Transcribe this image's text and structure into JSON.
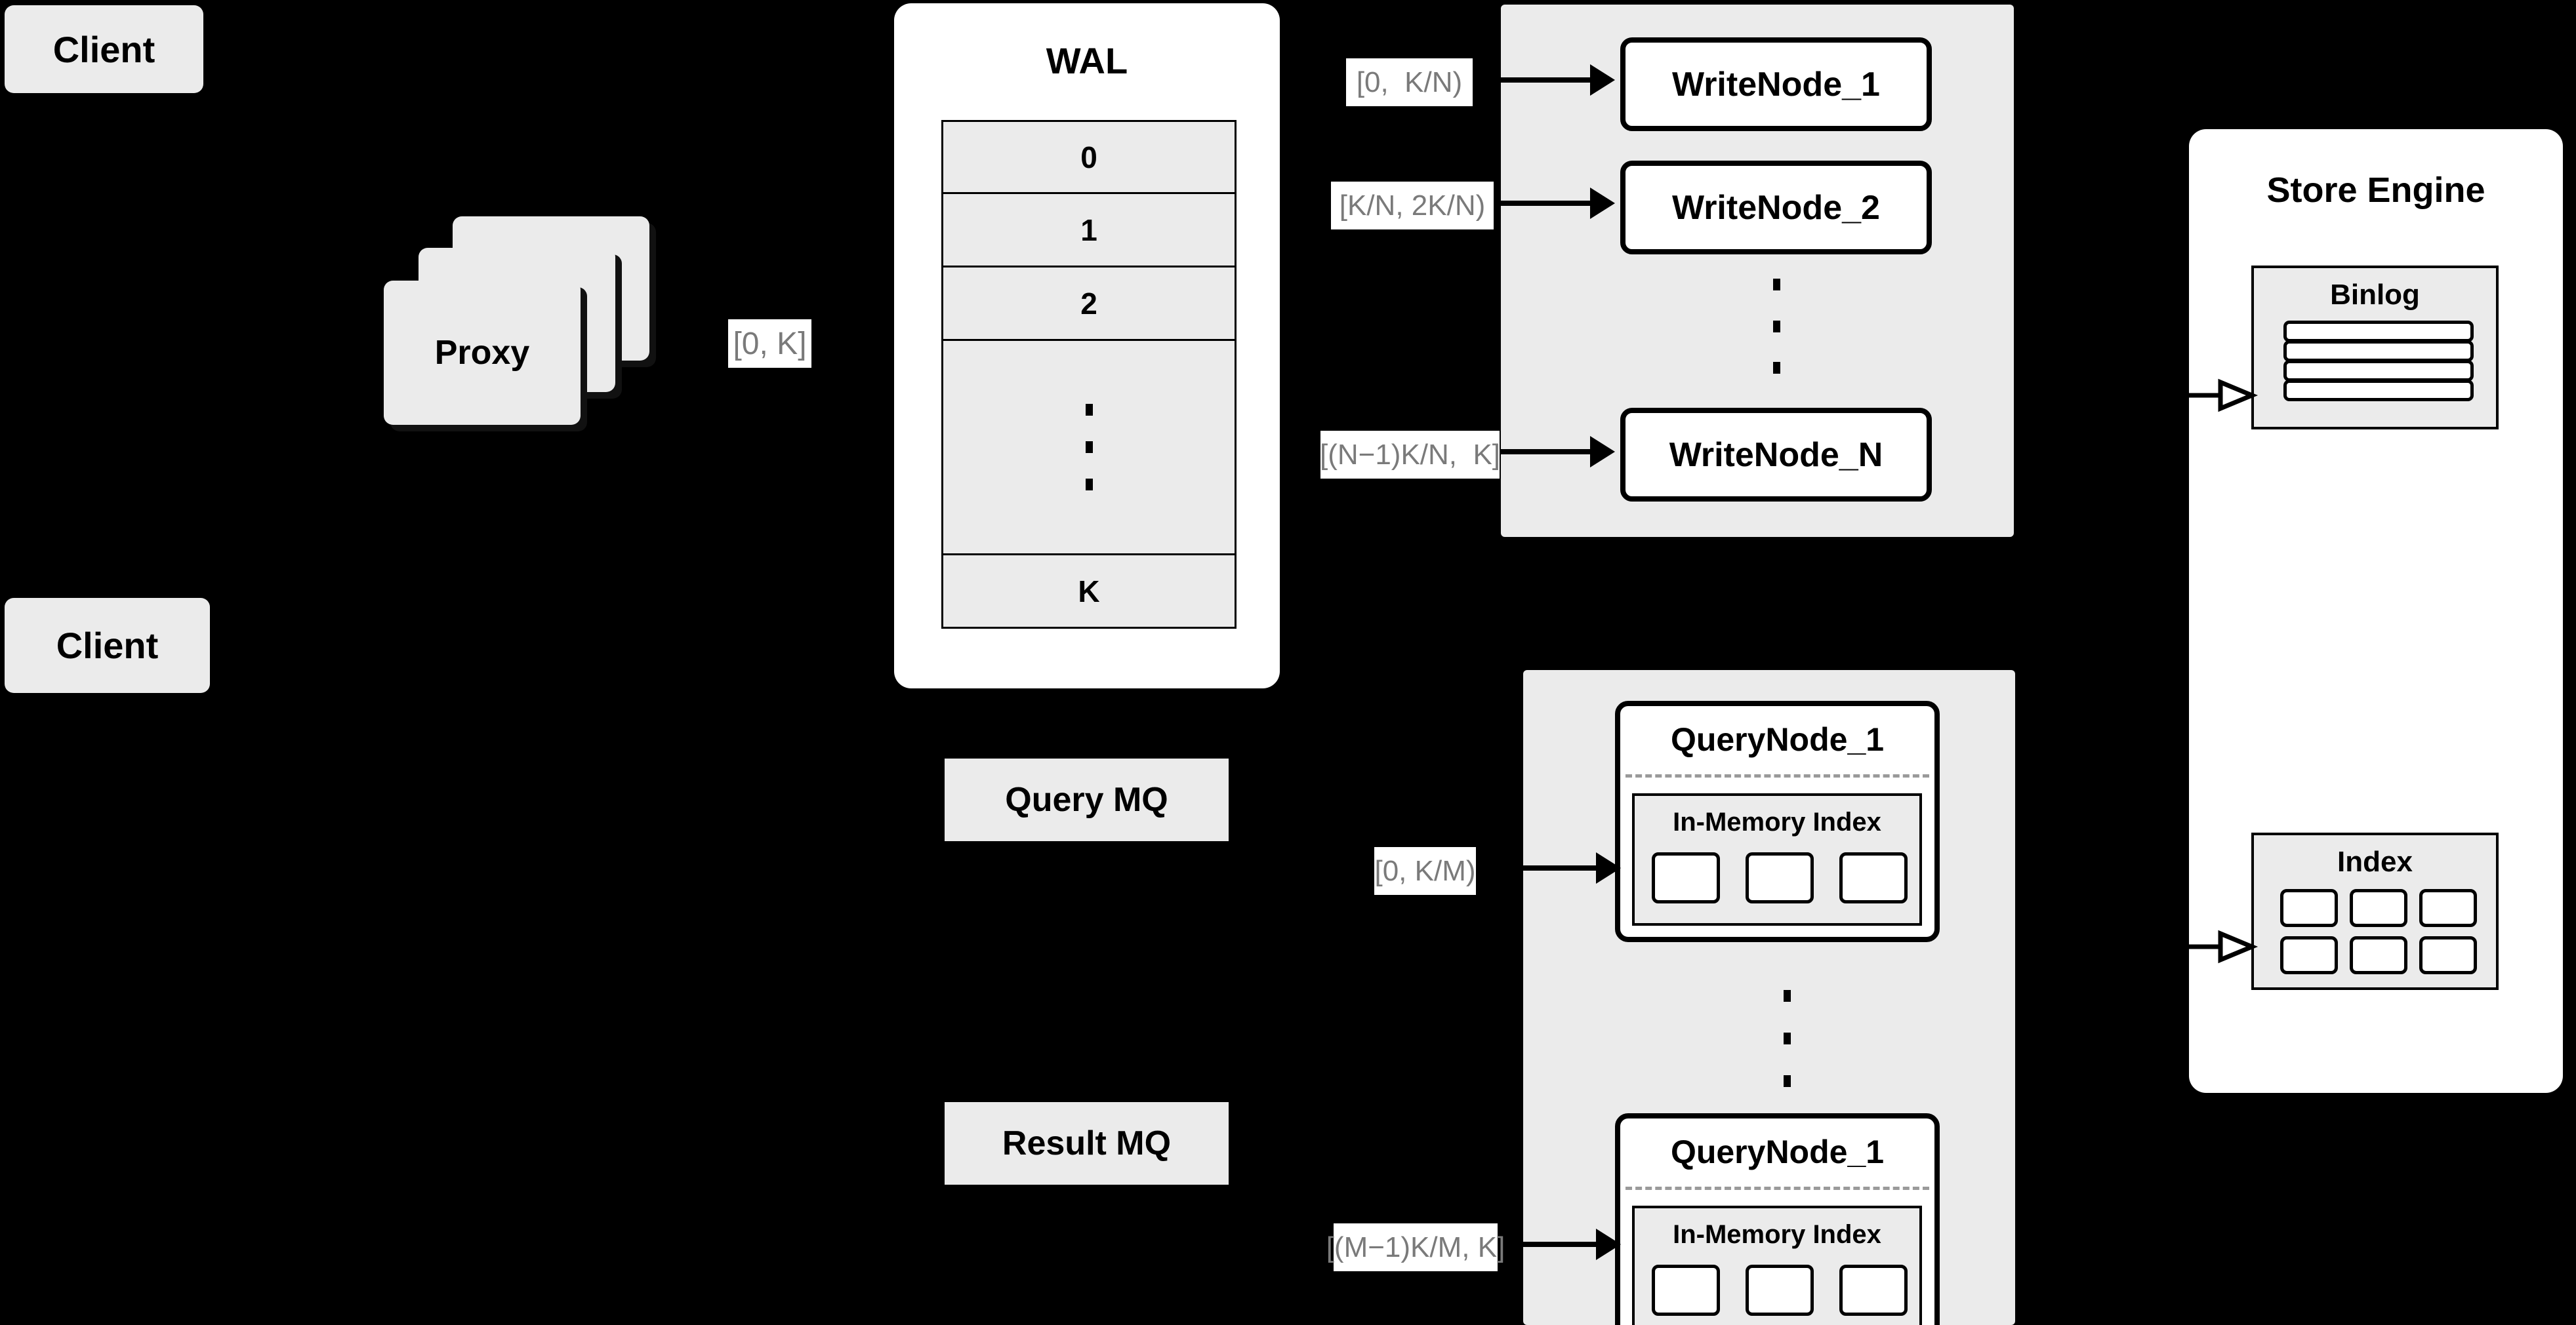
{
  "diagram": {
    "title": "Distributed write/query architecture",
    "background_color": "#000000",
    "node_fill_gray": "#ebebeb",
    "node_fill_white": "#ffffff",
    "label_text_color": "#7a7a7a"
  },
  "clients": [
    {
      "label": "Client"
    },
    {
      "label": "Client"
    }
  ],
  "proxy": {
    "label": "Proxy",
    "stack_count": 3
  },
  "wal": {
    "title": "WAL",
    "rows": [
      "0",
      "1",
      "2",
      "",
      "K"
    ],
    "ellipsis": "·"
  },
  "write_panel": {
    "nodes": [
      {
        "label": "WriteNode_1",
        "range": "[0,  K/N)"
      },
      {
        "label": "WriteNode_2",
        "range": "[K/N, 2K/N)"
      },
      {
        "label": "WriteNode_N",
        "range": "[(N−1)K/N,  K]"
      }
    ],
    "ellipsis": "·"
  },
  "query_mq": {
    "label": "Query MQ"
  },
  "result_mq": {
    "label": "Result MQ"
  },
  "query_panel": {
    "nodes": [
      {
        "label": "QueryNode_1",
        "range": "[0, K/M)",
        "inner": {
          "label": "In-Memory Index",
          "cells": 3
        }
      },
      {
        "label": "QueryNode_1",
        "range": "[(M−1)K/M, K]",
        "inner": {
          "label": "In-Memory Index",
          "cells": 3
        }
      }
    ],
    "ellipsis": "·"
  },
  "store_engine": {
    "title": "Store Engine",
    "binlog": {
      "title": "Binlog",
      "rows": 4
    },
    "index": {
      "title": "Index",
      "cells": 6
    }
  }
}
